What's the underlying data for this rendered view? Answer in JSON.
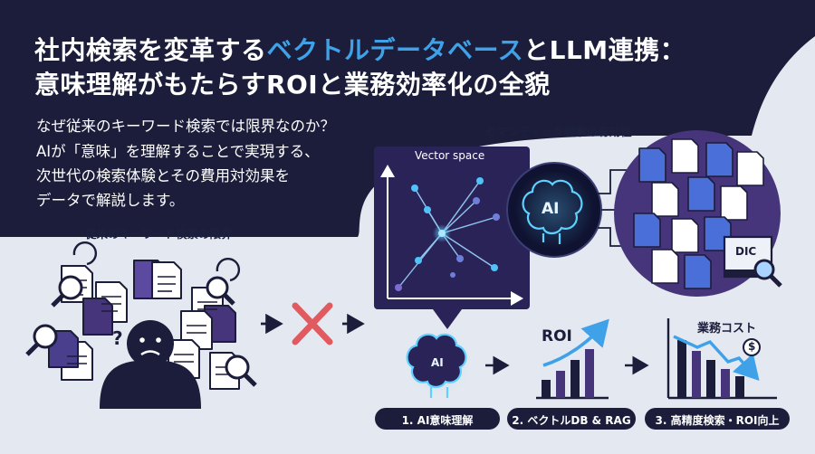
{
  "header": {
    "title_line1_prefix": "社内検索を変革する",
    "title_line1_accent": "ベクトルデータベース",
    "title_line1_suffix": "とLLM連携：",
    "title_line2": "意味理解がもたらすROIと業務効率化の全貌"
  },
  "intro": {
    "lines": [
      "なぜ従来のキーワード検索では限界なのか？",
      "AIが「意味」を理解することで実現する、",
      "次世代の検索体験とその費用対効果を",
      "データで解説します。"
    ]
  },
  "sections": {
    "legacy_label": "従来のキーワード検索の限界",
    "semantic_label": "セマンティック検索の有効性",
    "vector_space_label": "Vector space",
    "ai_badge": "AI",
    "dic_label": "DIC",
    "roi_label": "ROI",
    "cost_label": "業務コスト",
    "question_mark": "?",
    "dollar_symbol": "$"
  },
  "steps": [
    {
      "label": "1. AI意味理解"
    },
    {
      "label": "2. ベクトルDB & RAG"
    },
    {
      "label": "3. 高精度検索・ROI向上"
    }
  ],
  "colors": {
    "navy": "#1b1d3a",
    "accent_blue": "#3fa2e8",
    "purple": "#46357a",
    "doc_blue": "#4a6fd8",
    "cross_red": "#e05a5f",
    "background": "#e4e8f0"
  },
  "icons": [
    "document-stack-icon",
    "magnifier-icon",
    "refresh-icon",
    "person-icon",
    "cross-icon",
    "arrow-right-icon",
    "brain-icon",
    "bar-chart-icon",
    "trend-up-icon",
    "trend-down-icon",
    "book-icon",
    "coin-icon"
  ]
}
